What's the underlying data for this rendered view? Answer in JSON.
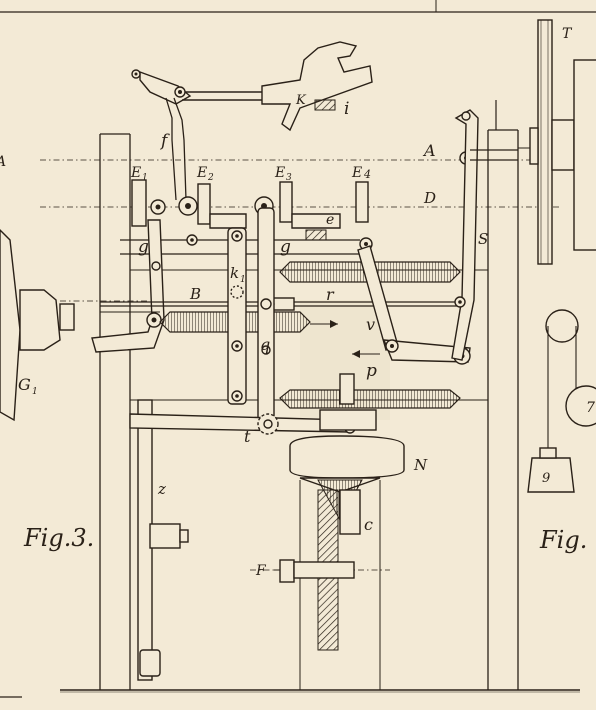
{
  "figure_captions": {
    "main": "Fig.3.",
    "right": "Fig."
  },
  "labels": {
    "A": "A",
    "D": "D",
    "E1": "E",
    "E1_sub": "1",
    "E2": "E",
    "E2_sub": "2",
    "E3": "E",
    "E3_sub": "3",
    "E4": "E",
    "E4_sub": "4",
    "K": "K",
    "i": "i",
    "f": "f",
    "g_left": "g",
    "g_mid": "g",
    "e": "e",
    "k": "k",
    "k_sub": "1",
    "B": "B",
    "r": "r",
    "v": "v",
    "q": "q",
    "p": "p",
    "S": "S",
    "T": "T",
    "t": "t",
    "N": "N",
    "z": "z",
    "c": "c",
    "F": "F",
    "G": "G",
    "G_sub": "1",
    "weight": "9",
    "wheel": "7",
    "edge_left": "A"
  },
  "colors": {
    "paper": "#f3ead6",
    "ink": "#2a2118"
  }
}
